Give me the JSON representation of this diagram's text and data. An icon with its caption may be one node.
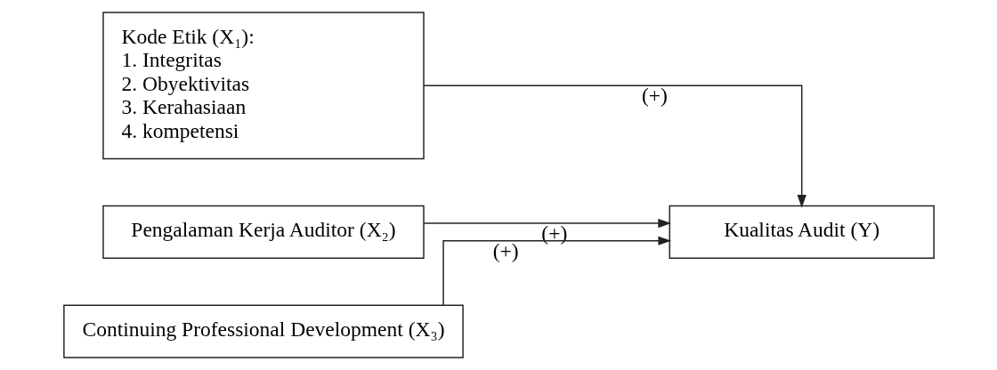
{
  "diagram": {
    "nodes": [
      {
        "text": [
          "Kode Etik (X₁):",
          "1. Integritas",
          "2. Obyektivitas",
          "3. Kerahasiaan",
          "4. kompetensi"
        ]
      },
      {
        "text": [
          "Pengalaman Kerja Auditor (X₂)"
        ]
      },
      {
        "text": [
          "Continuing Professional Development (X₃)"
        ]
      },
      {
        "text": [
          "Kualitas Audit (Y)"
        ]
      }
    ],
    "edges": [
      {
        "from": 0,
        "to": 3,
        "arrow": "to",
        "label": "(+)"
      },
      {
        "from": 1,
        "to": 3,
        "arrow": "to",
        "label": "(+)"
      },
      {
        "from": 2,
        "to": 3,
        "arrow": "to",
        "label": "(+)"
      }
    ]
  }
}
